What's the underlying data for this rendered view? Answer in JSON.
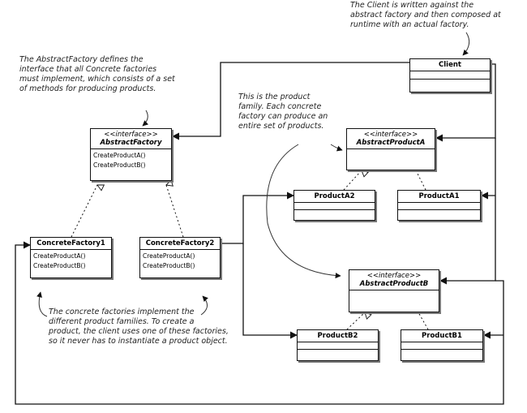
{
  "classes": {
    "client": {
      "name": "Client"
    },
    "abstract_factory": {
      "stereotype": "<<interface>>",
      "name": "AbstractFactory",
      "ops": [
        "CreateProductA()",
        "CreateProductB()"
      ]
    },
    "concrete_factory1": {
      "name": "ConcreteFactory1",
      "ops": [
        "CreateProductA()",
        "CreateProductB()"
      ]
    },
    "concrete_factory2": {
      "name": "ConcreteFactory2",
      "ops": [
        "CreateProductA()",
        "CreateProductB()"
      ]
    },
    "abstract_product_a": {
      "stereotype": "<<interface>>",
      "name": "AbstractProductA"
    },
    "product_a2": {
      "name": "ProductA2"
    },
    "product_a1": {
      "name": "ProductA1"
    },
    "abstract_product_b": {
      "stereotype": "<<interface>>",
      "name": "AbstractProductB"
    },
    "product_b2": {
      "name": "ProductB2"
    },
    "product_b1": {
      "name": "ProductB1"
    }
  },
  "notes": {
    "client_note": [
      "The Client is written against the",
      "abstract factory and then composed at",
      "runtime with an actual factory."
    ],
    "factory_note": [
      "The AbstractFactory defines the",
      "interface that all Concrete factories",
      "must implement, which consists of a set",
      "of methods for producing products."
    ],
    "family_note": [
      "This is the product",
      "family.  Each concrete",
      "factory can produce an",
      "entire set of products."
    ],
    "concrete_note": [
      "The concrete factories implement the",
      "different product families.  To create a",
      "product, the client uses one of these factories,",
      "so it never has to instantiate a product object."
    ]
  }
}
